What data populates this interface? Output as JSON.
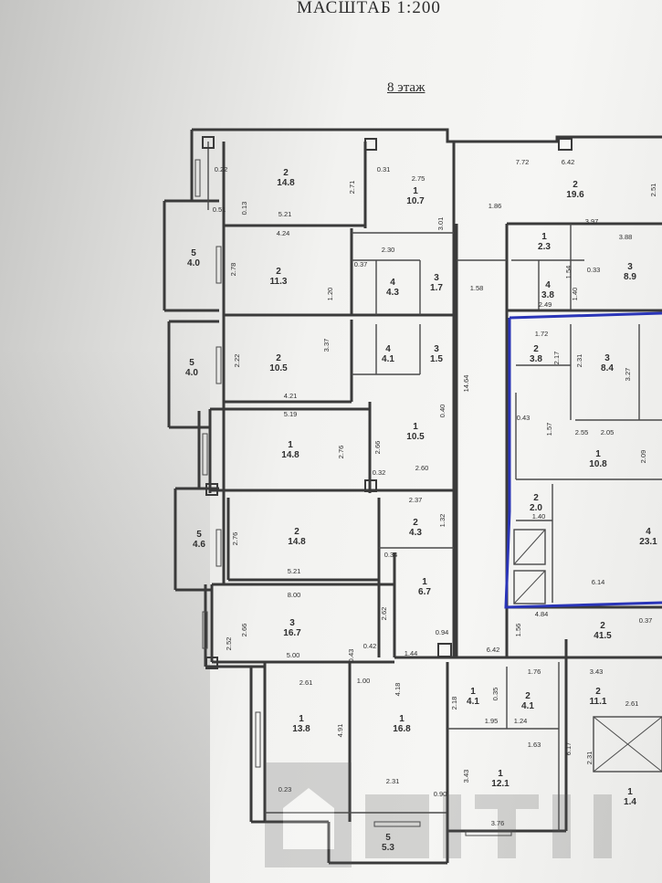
{
  "header": {
    "scale_text": "МАСШТАБ 1:200",
    "floor_label": "8 этаж"
  },
  "rooms": [
    {
      "id": "r1",
      "number": "2",
      "area": "14.8"
    },
    {
      "id": "r2",
      "number": "1",
      "area": "10.7"
    },
    {
      "id": "r3",
      "number": "2",
      "area": "11.3"
    },
    {
      "id": "r4",
      "number": "4",
      "area": "4.3"
    },
    {
      "id": "r5",
      "number": "3",
      "area": "1.7"
    },
    {
      "id": "r6",
      "number": "5",
      "area": "4.0"
    },
    {
      "id": "r7",
      "number": "2",
      "area": "10.5"
    },
    {
      "id": "r8",
      "number": "4",
      "area": "4.1"
    },
    {
      "id": "r9",
      "number": "3",
      "area": "1.5"
    },
    {
      "id": "r10",
      "number": "5",
      "area": "4.0"
    },
    {
      "id": "r11",
      "number": "1",
      "area": "14.8"
    },
    {
      "id": "r12",
      "number": "1",
      "area": "10.5"
    },
    {
      "id": "r13",
      "number": "2",
      "area": "14.8"
    },
    {
      "id": "r14",
      "number": "2",
      "area": "4.3"
    },
    {
      "id": "r15",
      "number": "5",
      "area": "4.6"
    },
    {
      "id": "r16",
      "number": "1",
      "area": "6.7"
    },
    {
      "id": "r17",
      "number": "3",
      "area": "16.7"
    },
    {
      "id": "r18",
      "number": "1",
      "area": "13.8"
    },
    {
      "id": "r19",
      "number": "1",
      "area": "16.8"
    },
    {
      "id": "r20",
      "number": "5",
      "area": "5.3"
    },
    {
      "id": "r21",
      "number": "2",
      "area": "19.6"
    },
    {
      "id": "r22",
      "number": "1",
      "area": "2.3"
    },
    {
      "id": "r23",
      "number": "3",
      "area": "8.9"
    },
    {
      "id": "r24",
      "number": "4",
      "area": "3.8"
    },
    {
      "id": "r25",
      "number": "2",
      "area": "3.8"
    },
    {
      "id": "r26",
      "number": "3",
      "area": "8.4"
    },
    {
      "id": "r27",
      "number": "1",
      "area": "10.8"
    },
    {
      "id": "r28",
      "number": "2",
      "area": "2.0"
    },
    {
      "id": "r29",
      "number": "4",
      "area": "23.1"
    },
    {
      "id": "r30",
      "number": "2",
      "area": "41.5"
    },
    {
      "id": "r31",
      "number": "1",
      "area": "4.1"
    },
    {
      "id": "r32",
      "number": "2",
      "area": "4.1"
    },
    {
      "id": "r33",
      "number": "2",
      "area": "11.1"
    },
    {
      "id": "r34",
      "number": "1",
      "area": "12.1"
    },
    {
      "id": "r35",
      "number": "1",
      "area": "1.4"
    }
  ],
  "dimensions": {
    "d1": "0.22",
    "d2": "0.51",
    "d3": "0.13",
    "d4": "5.21",
    "d5": "2.71",
    "d6": "0.31",
    "d7": "2.75",
    "d8": "3.01",
    "d9": "4.24",
    "d10": "2.78",
    "d11": "0.37",
    "d12": "1.20",
    "d13": "2.30",
    "d14": "1.58",
    "d15": "3.37",
    "d16": "2.22",
    "d17": "4.21",
    "d18": "5.19",
    "d19": "2.76",
    "d20": "2.66",
    "d21": "0.40",
    "d22": "2.60",
    "d23": "0.32",
    "d24": "14.64",
    "d25": "5.21",
    "d26": "2.76",
    "d27": "0.34",
    "d28": "2.37",
    "d29": "1.32",
    "d30": "2.62",
    "d31": "8.00",
    "d32": "2.66",
    "d33": "2.52",
    "d34": "5.00",
    "d35": "0.43",
    "d36": "0.42",
    "d37": "1.44",
    "d38": "0.94",
    "d39": "2.61",
    "d40": "1.00",
    "d41": "4.18",
    "d42": "4.91",
    "d43": "0.23",
    "d44": "2.31",
    "d45": "0.90",
    "d46": "7.72",
    "d47": "6.42",
    "d48": "1.86",
    "d49": "3.97",
    "d50": "3.88",
    "d51": "2.49",
    "d52": "1.54",
    "d53": "0.33",
    "d54": "1.40",
    "d55": "1.72",
    "d56": "2.17",
    "d57": "2.31",
    "d58": "3.27",
    "d59": "2.05",
    "d60": "2.09",
    "d61": "0.43",
    "d62": "1.57",
    "d63": "1.40",
    "d64": "2.55",
    "d65": "6.14",
    "d66": "4.84",
    "d67": "0.37",
    "d68": "3.43",
    "d69": "2.61",
    "d70": "1.76",
    "d71": "6.17",
    "d72": "2.31",
    "d73": "1.95",
    "d74": "1.24",
    "d75": "1.63",
    "d76": "3.76",
    "d77": "3.43",
    "d78": "6.42",
    "d79": "1.56",
    "d80": "2.18",
    "d81": "0.35",
    "d82": "2.51"
  },
  "colors": {
    "selection": "#2a35b8",
    "walls": "#3a3a3a",
    "paper": "#f4f4f2"
  }
}
